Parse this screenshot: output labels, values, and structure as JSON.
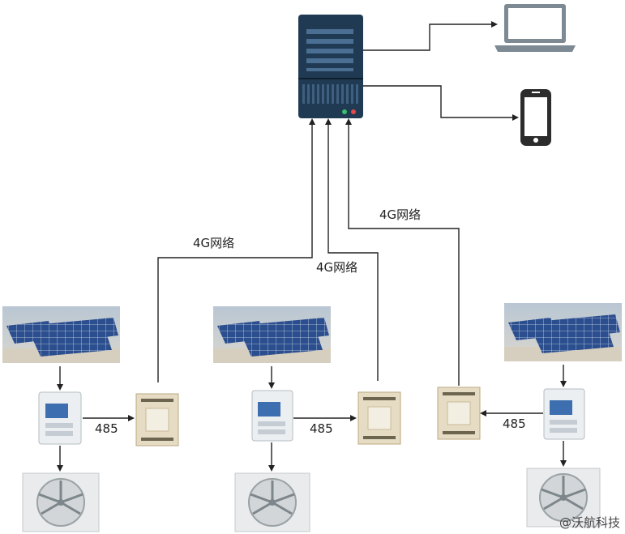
{
  "labels": {
    "network_1": "4G网络",
    "network_2": "4G网络",
    "network_3": "4G网络",
    "bus_1": "485",
    "bus_2": "485",
    "bus_3": "485"
  },
  "watermark": "@沃航科技",
  "icons": {
    "server": "server-icon",
    "laptop": "laptop-icon",
    "phone": "smartphone-icon",
    "solar": "solar-panel-icon",
    "meter": "energy-meter-icon",
    "gateway": "gateway-module-icon",
    "fan": "exhaust-fan-icon"
  },
  "colors": {
    "server_body": "#1f3a52",
    "server_bars": "#4b6f93",
    "laptop": "#7d8a93",
    "phone": "#2c2c2c",
    "line": "#222222"
  }
}
